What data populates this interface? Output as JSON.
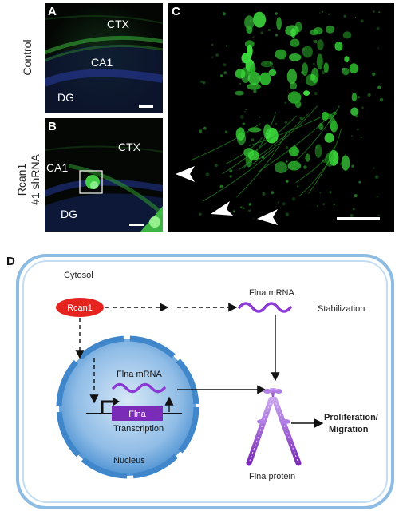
{
  "panels": {
    "a": {
      "letter": "A",
      "ctx": "CTX",
      "ca1": "CA1",
      "dg": "DG",
      "side_label": "Control"
    },
    "b": {
      "letter": "B",
      "ctx": "CTX",
      "ca1": "CA1",
      "dg": "DG",
      "side_label_line1": "Rcan1",
      "side_label_line2": "#1 shRNA"
    },
    "c": {
      "letter": "C"
    },
    "d": {
      "letter": "D",
      "cytosol": "Cytosol",
      "rcan1": "Rcan1",
      "flna_mrna_cytosol": "Flna mRNA",
      "stabilization": "Stabilization",
      "flna_mrna_nucleus": "Flna mRNA",
      "flna_gene": "Flna",
      "transcription": "Transcription",
      "nucleus": "Nucleus",
      "flna_protein": "Flna protein",
      "outcome_line1": "Proliferation/",
      "outcome_line2": "Migration"
    }
  },
  "colors": {
    "fluorescence_green": "#3ddc3d",
    "dapi_blue": "#1a2a6a",
    "rcan1_red": "#e52420",
    "mrna_purple": "#8a3bd1",
    "gene_purple": "#7a2bb8",
    "cell_border": "#7fb2e0",
    "nucleus_blue": "#4f93d3"
  }
}
